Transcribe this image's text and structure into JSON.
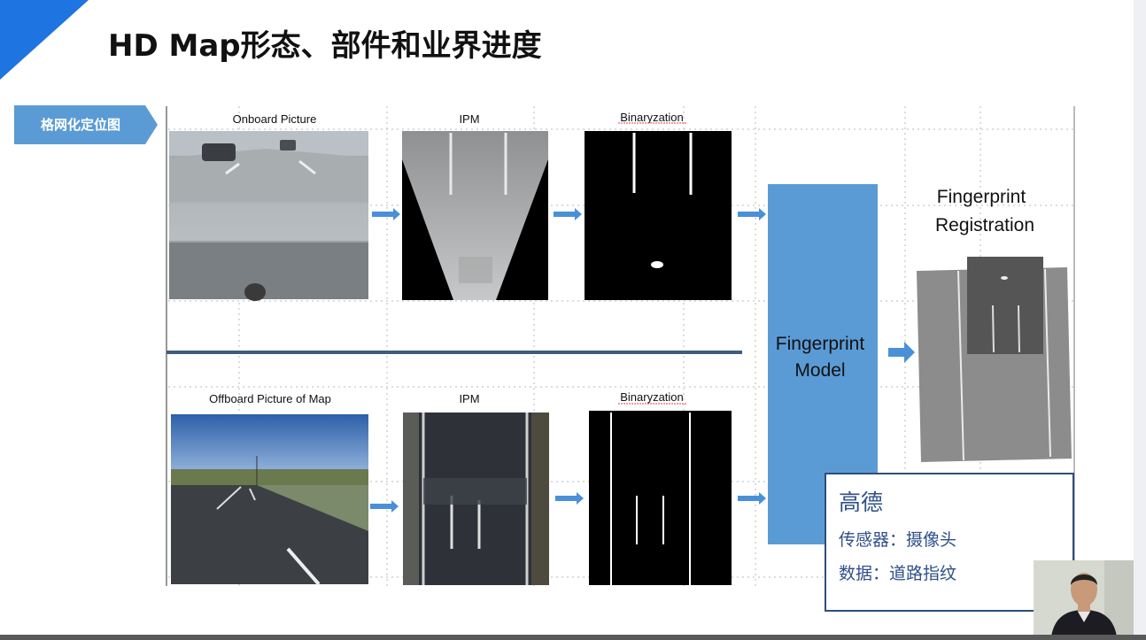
{
  "slide": {
    "title": "HD Map形态、部件和业界进度",
    "side_tab": "格网化定位图"
  },
  "diagram": {
    "top_row": {
      "onboard_label": "Onboard Picture",
      "ipm_label": "IPM",
      "binary_label": "Binaryzation"
    },
    "bottom_row": {
      "offboard_label": "Offboard Picture of Map",
      "ipm_label": "IPM",
      "binary_label": "Binaryzation"
    },
    "model_label_line1": "Fingerprint",
    "model_label_line2": "Model",
    "registration_line1": "Fingerprint",
    "registration_line2": "Registration"
  },
  "info": {
    "brand": "高德",
    "sensor": "传感器：摄像头",
    "data": "数据：道路指纹"
  },
  "colors": {
    "accent": "#1e74e0",
    "arrow": "#4a90d9",
    "model_box": "#5b9bd5",
    "info_text": "#2f4f8a"
  }
}
